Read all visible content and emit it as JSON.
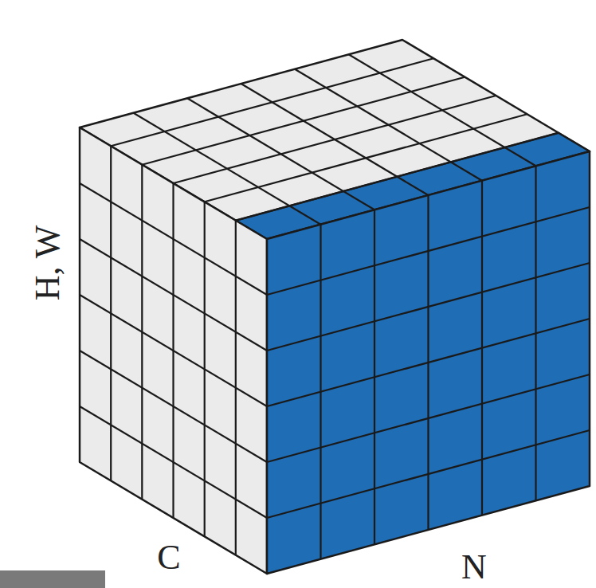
{
  "diagram": {
    "labels": [
      "H, W",
      "C",
      "N"
    ]
  }
}
